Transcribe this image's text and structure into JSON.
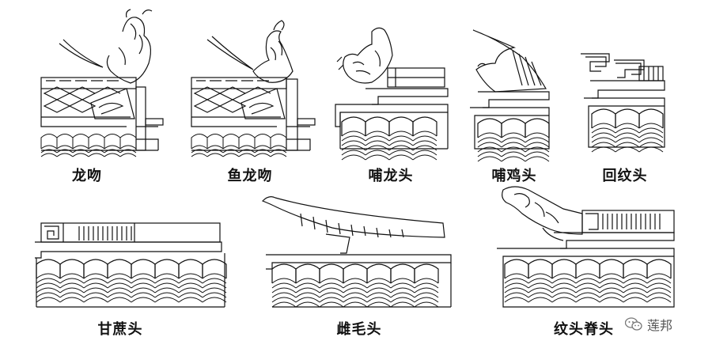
{
  "labels": [
    {
      "id": "dragon-kiss",
      "text": "龙吻"
    },
    {
      "id": "fish-dragon-kiss",
      "text": "鱼龙吻"
    },
    {
      "id": "bulong-head",
      "text": "哺龙头"
    },
    {
      "id": "buji-head",
      "text": "哺鸡头"
    },
    {
      "id": "fret-head",
      "text": "回纹头"
    },
    {
      "id": "ganzhe-head",
      "text": "甘蔗头"
    },
    {
      "id": "zhimao-head",
      "text": "雌毛头"
    },
    {
      "id": "pattern-ridge-head",
      "text": "纹头脊头"
    }
  ],
  "watermark": {
    "text": "莲邦",
    "icon": "wechat-icon"
  }
}
